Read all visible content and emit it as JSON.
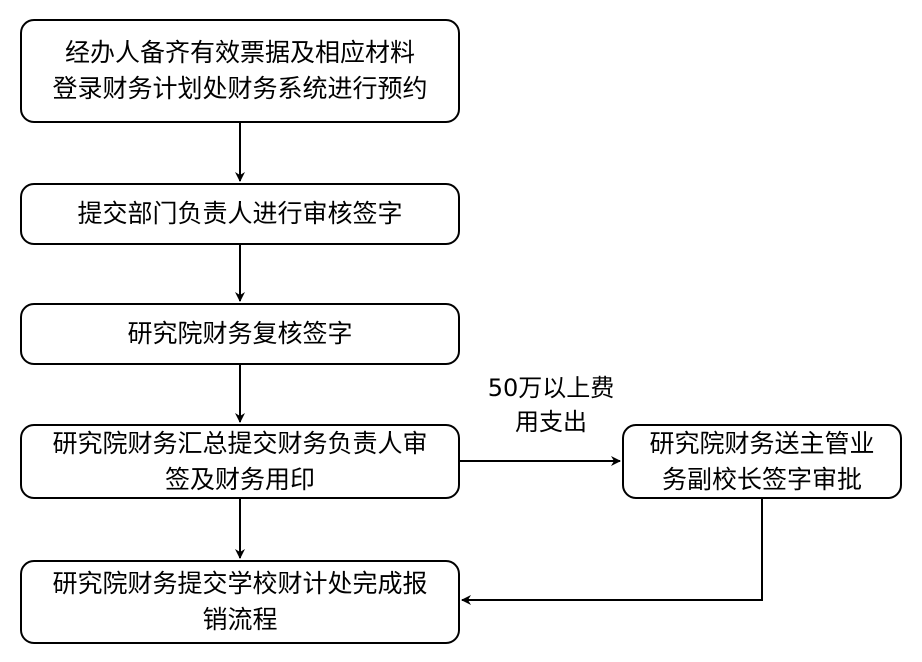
{
  "diagram": {
    "nodes": {
      "n1": "经办人备齐有效票据及相应材料\n登录财务计划处财务系统进行预约",
      "n2": "提交部门负责人进行审核签字",
      "n3": "研究院财务复核签字",
      "n4": "研究院财务汇总提交财务负责人审\n签及财务用印",
      "n5": "研究院财务提交学校财计处完成报\n销流程",
      "n6": "研究院财务送主管业\n务副校长签字审批"
    },
    "edge_labels": {
      "n4_to_n6": "50万以上费\n用支出"
    },
    "colors": {
      "stroke": "#000000",
      "background": "#ffffff"
    }
  }
}
